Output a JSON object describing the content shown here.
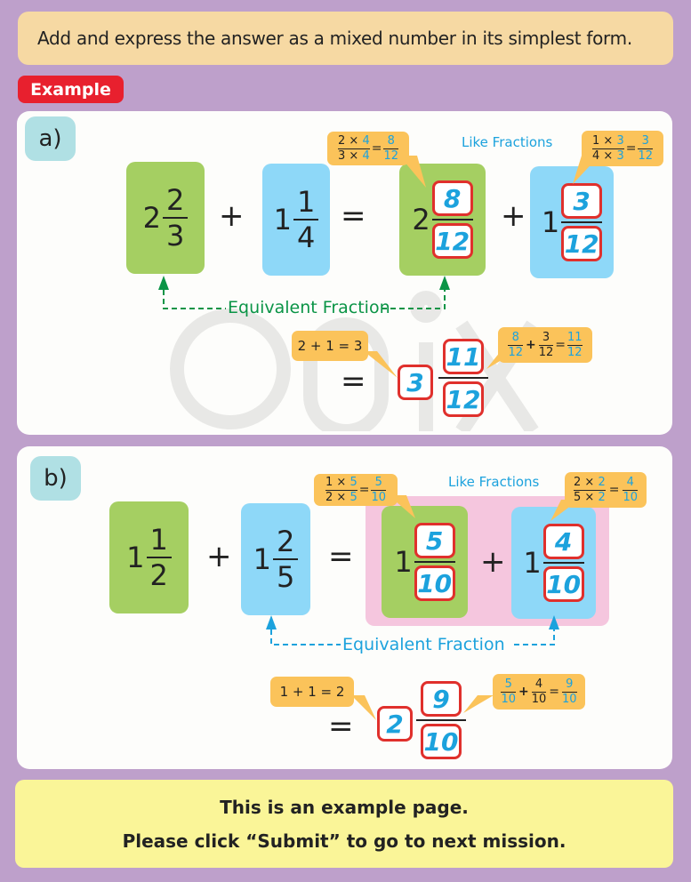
{
  "instruction": "Add and express the answer as a mixed number in its simplest form.",
  "example_tag": "Example",
  "colors": {
    "background": "#bea0cb",
    "green_box": "#a5cf62",
    "blue_box": "#8ed8f8",
    "answer_border": "#e0302c",
    "answer_text": "#1ca2dd",
    "callout": "#fbc35a",
    "arrow_a": "#0a9446",
    "arrow_b": "#1ca2dd"
  },
  "part_a": {
    "label": "a)",
    "addend1": {
      "whole": "2",
      "num": "2",
      "den": "3"
    },
    "plus": "+",
    "equals": "=",
    "addend2": {
      "whole": "1",
      "num": "1",
      "den": "4"
    },
    "equiv1": {
      "whole": "2",
      "num": "8",
      "den": "12"
    },
    "equiv2": {
      "whole": "1",
      "num": "3",
      "den": "12"
    },
    "callout1": {
      "n1": "2 ×",
      "n2": "4",
      "d1": "3 ×",
      "d2": "4",
      "eq": "=",
      "rn": "8",
      "rd": "12"
    },
    "callout2": {
      "n1": "1 ×",
      "n2": "3",
      "d1": "4 ×",
      "d2": "3",
      "eq": "=",
      "rn": "3",
      "rd": "12"
    },
    "like_fractions": "Like Fractions",
    "equivalent_label": "Equivalent Fraction",
    "whole_sum": "2 + 1 = 3",
    "frac_sum": {
      "a_n": "8",
      "a_d": "12",
      "plus": "+",
      "b_n": "3",
      "b_d": "12",
      "eq": "=",
      "r_n": "11",
      "r_d": "12"
    },
    "answer": {
      "whole": "3",
      "num": "11",
      "den": "12"
    }
  },
  "part_b": {
    "label": "b)",
    "addend1": {
      "whole": "1",
      "num": "1",
      "den": "2"
    },
    "plus": "+",
    "equals": "=",
    "addend2": {
      "whole": "1",
      "num": "2",
      "den": "5"
    },
    "equiv1": {
      "whole": "1",
      "num": "5",
      "den": "10"
    },
    "equiv2": {
      "whole": "1",
      "num": "4",
      "den": "10"
    },
    "callout1": {
      "n1": "1 ×",
      "n2": "5",
      "d1": "2 ×",
      "d2": "5",
      "eq": "=",
      "rn": "5",
      "rd": "10"
    },
    "callout2": {
      "n1": "2 ×",
      "n2": "2",
      "d1": "5 ×",
      "d2": "2",
      "eq": "=",
      "rn": "4",
      "rd": "10"
    },
    "like_fractions": "Like Fractions",
    "equivalent_label": "Equivalent Fraction",
    "whole_sum": "1 + 1 = 2",
    "frac_sum": {
      "a_n": "5",
      "a_d": "10",
      "plus": "+",
      "b_n": "4",
      "b_d": "10",
      "eq": "=",
      "r_n": "9",
      "r_d": "10"
    },
    "answer": {
      "whole": "2",
      "num": "9",
      "den": "10"
    }
  },
  "footer": {
    "line1": "This is an example page.",
    "line2": "Please click “Submit” to go to next mission."
  }
}
